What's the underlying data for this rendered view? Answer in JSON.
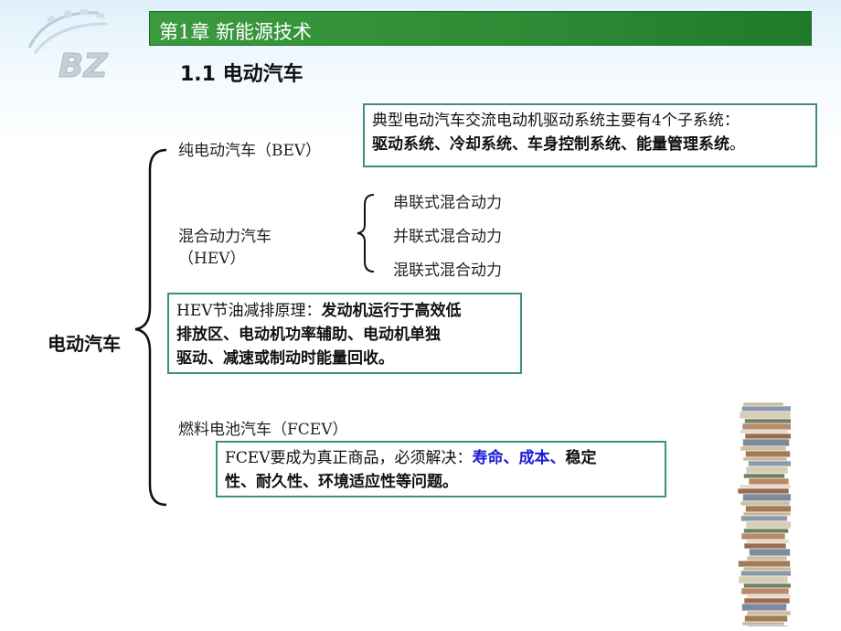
{
  "header": {
    "logo_text": "BZ",
    "chapter_title": "第1章 新能源技术",
    "section_title": "1.1 电动汽车"
  },
  "main_label": "电动汽车",
  "bev": {
    "label": "纯电动汽车（BEV）",
    "note_prefix": "典型电动汽车交流电动机驱动系统主要有4个子系统：",
    "note_bold": "驱动系统、冷却系统、车身控制系统、能量管理系统",
    "note_suffix": "。"
  },
  "hev": {
    "label_line1": "混合动力汽车",
    "label_line2": "（HEV）",
    "types": [
      "串联式混合动力",
      "并联式混合动力",
      "混联式混合动力"
    ],
    "note_prefix": "HEV节油减排原理：",
    "note_bold_line1": "发动机运行于高效低",
    "note_bold_line2": "排放区、电动机功率辅助、电动机单独",
    "note_bold_line3": "驱动、减速或制动时能量回收。"
  },
  "fcev": {
    "label": "燃料电池汽车（FCEV）",
    "note_prefix": "FCEV要成为真正商品，必须解决：",
    "note_blue": "寿命、成本、",
    "note_bold_line1": "稳定",
    "note_bold_line2": "性、耐久性、环境适应性等问题。"
  }
}
